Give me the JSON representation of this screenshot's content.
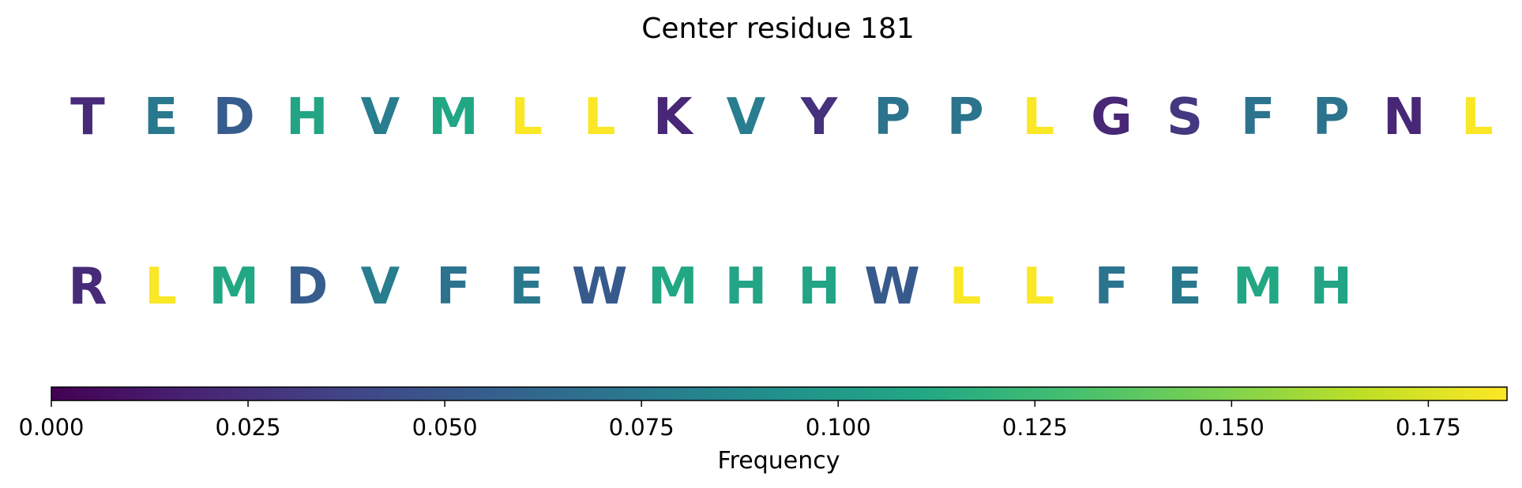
{
  "chart_data": {
    "type": "heatmap",
    "title": "Center residue 181",
    "rows": [
      {
        "residues": [
          "T",
          "E",
          "D",
          "H",
          "V",
          "M",
          "L",
          "L",
          "K",
          "V",
          "Y",
          "P",
          "P",
          "L",
          "G",
          "S",
          "F",
          "P",
          "N",
          "L"
        ],
        "frequencies": [
          0.022,
          0.074,
          0.054,
          0.108,
          0.078,
          0.11,
          0.184,
          0.184,
          0.02,
          0.078,
          0.026,
          0.07,
          0.07,
          0.184,
          0.02,
          0.03,
          0.07,
          0.07,
          0.02,
          0.184
        ]
      },
      {
        "residues": [
          "R",
          "L",
          "M",
          "D",
          "V",
          "F",
          "E",
          "W",
          "M",
          "H",
          "H",
          "W",
          "L",
          "L",
          "F",
          "E",
          "M",
          "H"
        ],
        "frequencies": [
          0.022,
          0.184,
          0.11,
          0.054,
          0.078,
          0.07,
          0.074,
          0.052,
          0.11,
          0.108,
          0.108,
          0.052,
          0.184,
          0.184,
          0.07,
          0.074,
          0.11,
          0.108
        ]
      }
    ],
    "colorbar": {
      "label": "Frequency",
      "colormap": "viridis",
      "range": [
        0,
        0.185
      ],
      "ticks": [
        "0.000",
        "0.025",
        "0.050",
        "0.075",
        "0.100",
        "0.125",
        "0.150",
        "0.175"
      ]
    }
  }
}
